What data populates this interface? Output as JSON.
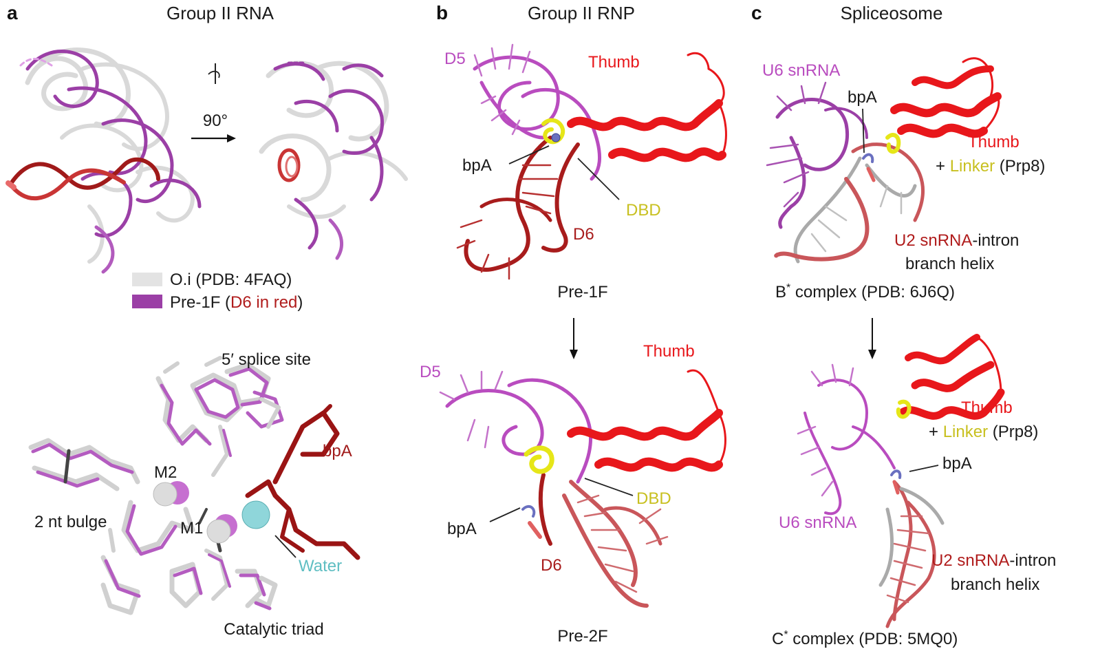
{
  "panels": {
    "a": {
      "letter": "a",
      "title": "Group II RNA",
      "rotation": "90°",
      "legend": {
        "oi": "O.i (PDB: 4FAQ)",
        "pre1f_prefix": "Pre-1F (",
        "pre1f_red": "D6 in red",
        "pre1f_suffix": ")"
      },
      "active_site": {
        "splice_site": "5′ splice site",
        "bpA": "bpA",
        "M2": "M2",
        "M1": "M1",
        "bulge": "2 nt bulge",
        "water": "Water",
        "triad": "Catalytic triad"
      }
    },
    "b": {
      "letter": "b",
      "title": "Group II RNP",
      "top": {
        "D5": "D5",
        "thumb": "Thumb",
        "bpA": "bpA",
        "DBD": "DBD",
        "D6": "D6",
        "caption": "Pre-1F"
      },
      "bottom": {
        "D5": "D5",
        "thumb": "Thumb",
        "bpA": "bpA",
        "DBD": "DBD",
        "D6": "D6",
        "caption": "Pre-2F"
      }
    },
    "c": {
      "letter": "c",
      "title": "Spliceosome",
      "top": {
        "u6": "U6 snRNA",
        "bpA": "bpA",
        "thumb": "Thumb",
        "plus": "+ ",
        "linker": "Linker",
        "prp8": " (Prp8)",
        "u2_red": "U2 snRNA",
        "u2_rest": "-intron",
        "branch": "branch helix",
        "caption_pre": "B",
        "caption_star": "*",
        "caption_post": " complex (PDB: 6J6Q)"
      },
      "bottom": {
        "thumb": "Thumb",
        "plus": "+ ",
        "linker": "Linker",
        "prp8": " (Prp8)",
        "bpA": "bpA",
        "u6": "U6 snRNA",
        "u2_red": "U2 snRNA",
        "u2_rest": "-intron",
        "branch": "branch helix",
        "caption_pre": "C",
        "caption_star": "*",
        "caption_post": " complex (PDB: 5MQ0)"
      }
    }
  },
  "colors": {
    "purple": "#9b3fa6",
    "light_purple": "#c77fcf",
    "grey": "#d9d9d9",
    "dark_red": "#a01a1a",
    "red": "#e8171b",
    "salmon": "#c9565a",
    "yellow_label": "#c8c020",
    "yellow": "#e6e618",
    "cyan": "#6cc4c8",
    "text": "#1a1a1a"
  }
}
